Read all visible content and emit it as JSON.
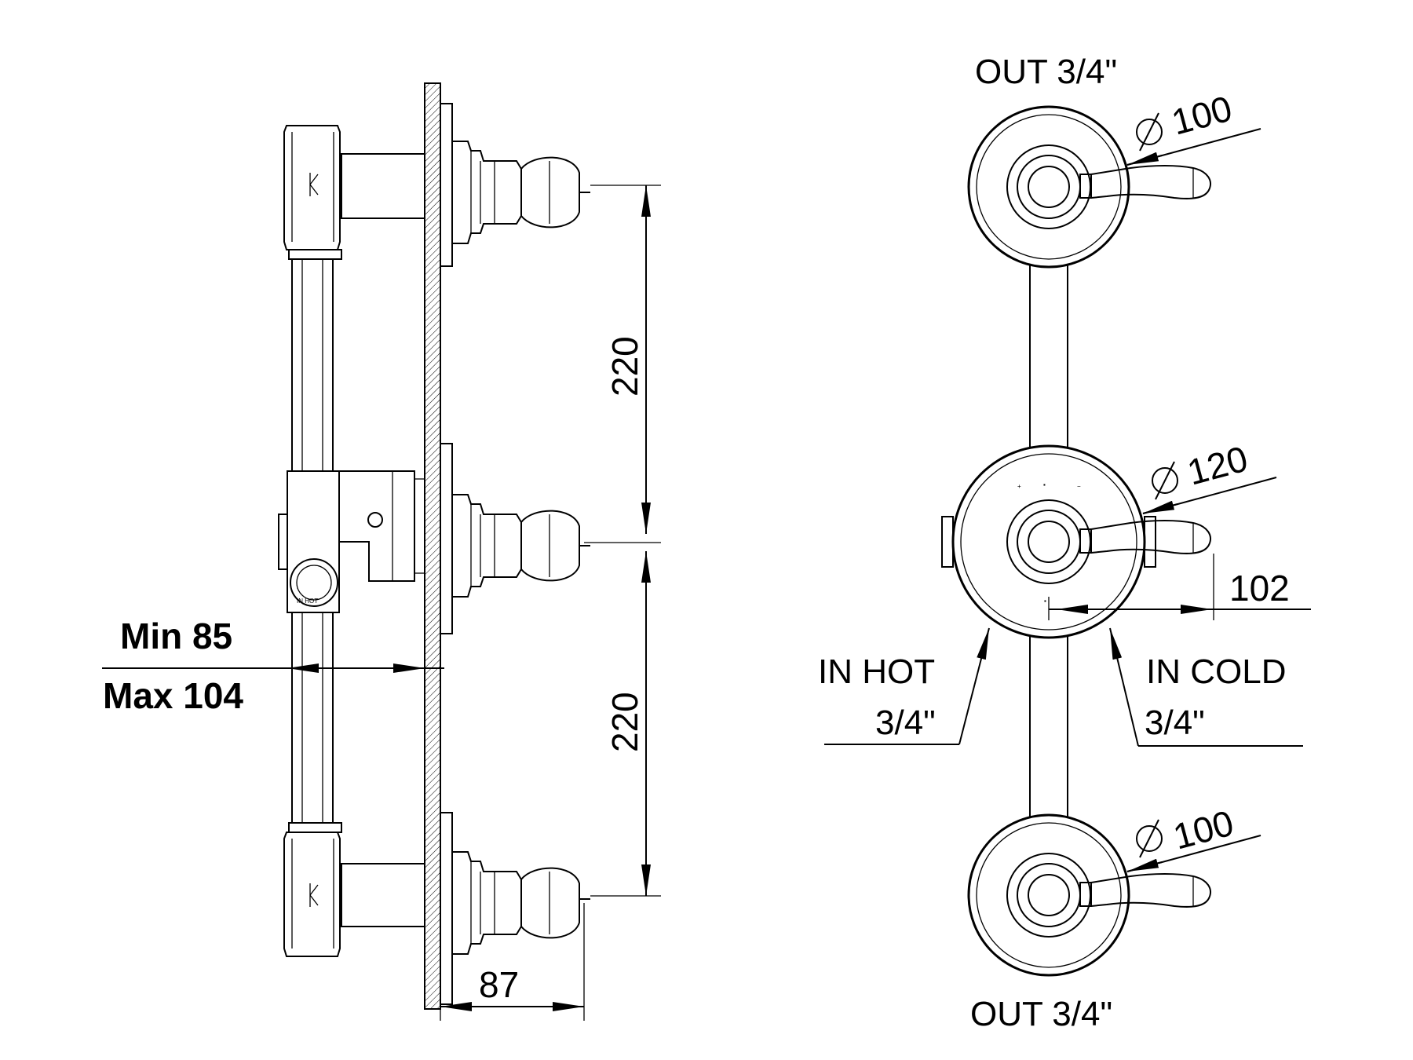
{
  "side_view": {
    "dim_top": "220",
    "dim_bottom": "220",
    "dim_depth": "87",
    "min_label": "Min 85",
    "max_label": "Max 104"
  },
  "front_view": {
    "out_top": "OUT 3/4\"",
    "out_bottom": "OUT 3/4\"",
    "dia_top": "100",
    "dia_mid": "120",
    "dia_bottom": "100",
    "dim_102": "102",
    "in_hot_line1": "IN HOT",
    "in_hot_line2": "3/4\"",
    "in_cold_line1": "IN COLD",
    "in_cold_line2": "3/4\""
  },
  "colors": {
    "line": "#000000",
    "background": "#ffffff"
  }
}
